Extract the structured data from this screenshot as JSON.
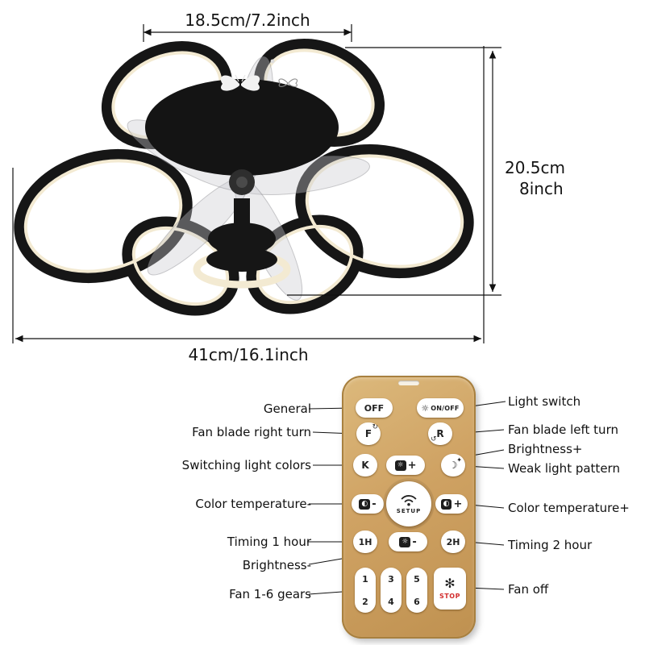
{
  "dims": {
    "top": "18.5cm/7.2inch",
    "right_line1": "20.5cm",
    "right_line2": "8inch",
    "bottom": "41cm/16.1inch"
  },
  "labels_left": [
    "General",
    "Fan blade right turn",
    "Switching light colors",
    "Color temperature-",
    "Timing 1 hour",
    "Brightness-",
    "Fan 1-6 gears"
  ],
  "labels_right": [
    "Light switch",
    "Fan blade left turn",
    "Brightness+",
    "Weak light pattern",
    "Color temperature+",
    "Timing 2 hour",
    "Fan off"
  ],
  "remote": {
    "off_label": "OFF",
    "onoff_label": "ON/OFF",
    "fan_right_letter": "F",
    "fan_left_letter": "R",
    "color_key_letter": "K",
    "setup_label": "SETUP",
    "timer_1h": "1H",
    "timer_2h": "2H",
    "digits": [
      "1",
      "2",
      "3",
      "4",
      "5",
      "6"
    ],
    "stop_label": "STOP"
  },
  "icons": {
    "light": "☼",
    "rotate_cw": "↻",
    "rotate_ccw": "↺",
    "moon": "☽",
    "star": "✦",
    "color_temp": "◐",
    "brightness": "☼",
    "plus": "+",
    "minus": "-",
    "fan": "✻"
  },
  "colors": {
    "remote_gold": "#cfa263",
    "button_white": "#ffffff",
    "stop_red": "#d22d2d",
    "led_cream": "#f3ead2",
    "fan_black": "#161616"
  }
}
